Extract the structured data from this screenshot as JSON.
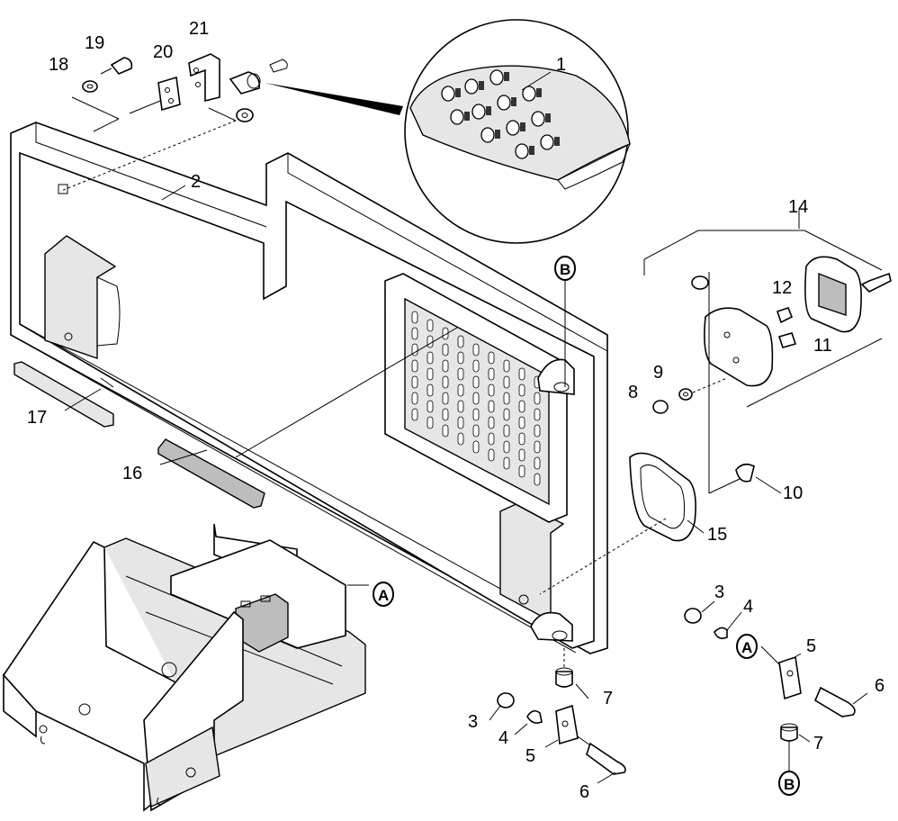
{
  "callouts": [
    {
      "id": "c1",
      "text": "1"
    },
    {
      "id": "c2",
      "text": "2"
    },
    {
      "id": "c3a",
      "text": "3"
    },
    {
      "id": "c3b",
      "text": "3"
    },
    {
      "id": "c4a",
      "text": "4"
    },
    {
      "id": "c4b",
      "text": "4"
    },
    {
      "id": "c5a",
      "text": "5"
    },
    {
      "id": "c5b",
      "text": "5"
    },
    {
      "id": "c6a",
      "text": "6"
    },
    {
      "id": "c6b",
      "text": "6"
    },
    {
      "id": "c7a",
      "text": "7"
    },
    {
      "id": "c7b",
      "text": "7"
    },
    {
      "id": "c8",
      "text": "8"
    },
    {
      "id": "c9",
      "text": "9"
    },
    {
      "id": "c10",
      "text": "10"
    },
    {
      "id": "c11",
      "text": "11"
    },
    {
      "id": "c12",
      "text": "12"
    },
    {
      "id": "c14",
      "text": "14"
    },
    {
      "id": "c15",
      "text": "15"
    },
    {
      "id": "c16",
      "text": "16"
    },
    {
      "id": "c17",
      "text": "17"
    },
    {
      "id": "c18",
      "text": "18"
    },
    {
      "id": "c19",
      "text": "19"
    },
    {
      "id": "c20",
      "text": "20"
    },
    {
      "id": "c21",
      "text": "21"
    }
  ],
  "refs": [
    {
      "id": "rA1",
      "text": "A"
    },
    {
      "id": "rA2",
      "text": "A"
    },
    {
      "id": "rB1",
      "text": "B"
    },
    {
      "id": "rB2",
      "text": "B"
    }
  ]
}
